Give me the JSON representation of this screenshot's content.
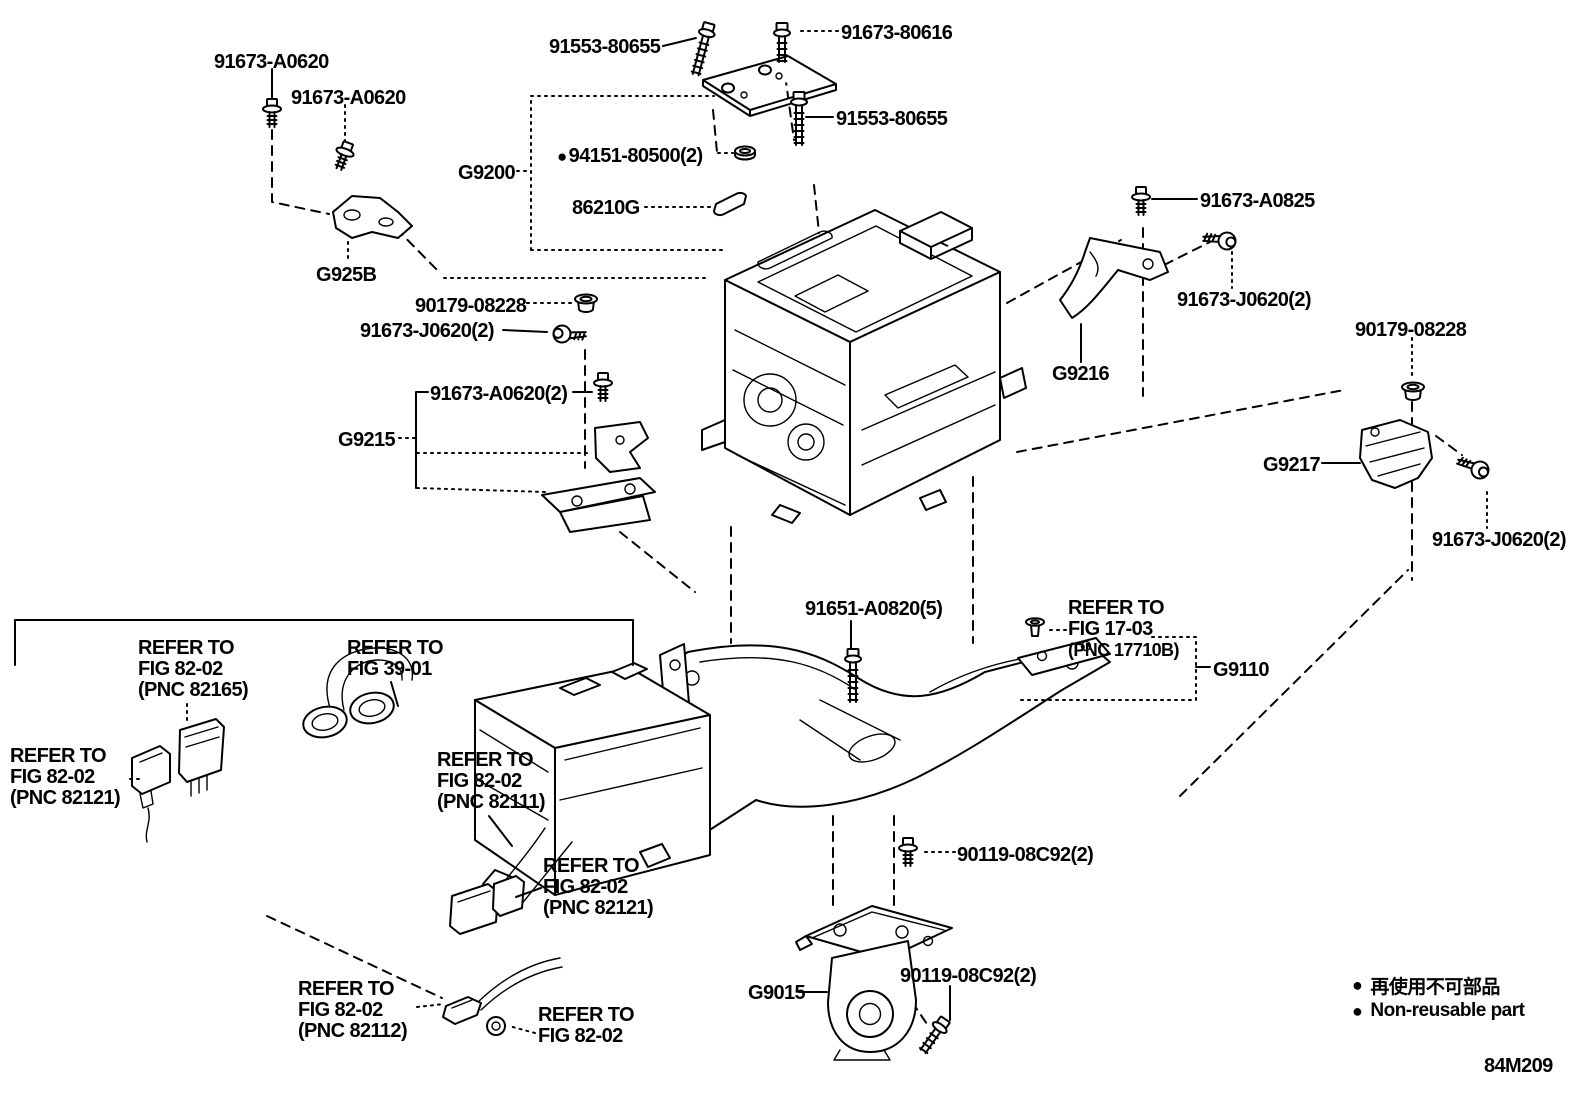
{
  "diagram_title": "Inverter mounting parts diagram",
  "drawing_code": "84M209",
  "icons": {
    "non_reusable_dot": "●"
  },
  "legend": [
    {
      "text": "再使用不可部品"
    },
    {
      "text": "Non-reusable part"
    }
  ],
  "part_labels": [
    {
      "text": "91673-A0620"
    },
    {
      "text": "91673-A0620"
    },
    {
      "text": "91553-80655"
    },
    {
      "text": "91673-80616"
    },
    {
      "text": "91553-80655"
    },
    {
      "text": "G9200"
    },
    {
      "text": "94151-80500(2)",
      "non_reusable": true
    },
    {
      "text": "86210G"
    },
    {
      "text": "G925B"
    },
    {
      "text": "90179-08228"
    },
    {
      "text": "91673-J0620(2)"
    },
    {
      "text": "91673-A0620(2)"
    },
    {
      "text": "G9215"
    },
    {
      "text": "91673-A0825"
    },
    {
      "text": "91673-J0620(2)"
    },
    {
      "text": "G9216"
    },
    {
      "text": "90179-08228"
    },
    {
      "text": "G9217"
    },
    {
      "text": "91673-J0620(2)"
    },
    {
      "text": "91651-A0820(5)"
    },
    {
      "text": "G9110"
    },
    {
      "text": "90119-08C92(2)"
    },
    {
      "text": "90119-08C92(2)"
    },
    {
      "text": "G9015"
    }
  ],
  "refer_blocks": [
    {
      "lines": [
        "REFER TO",
        "FIG 82-02",
        "(PNC 82165)"
      ]
    },
    {
      "lines": [
        "REFER TO",
        "FIG 39-01"
      ]
    },
    {
      "lines": [
        "REFER TO",
        "FIG 82-02",
        "(PNC 82121)"
      ]
    },
    {
      "lines": [
        "REFER TO",
        "FIG 82-02",
        "(PNC 82111)"
      ]
    },
    {
      "lines": [
        "REFER TO",
        "FIG 82-02",
        "(PNC 82121)"
      ]
    },
    {
      "lines": [
        "REFER TO",
        "FIG 17-03",
        "(PNC 17710B)"
      ]
    },
    {
      "lines": [
        "REFER TO",
        "FIG 82-02",
        "(PNC 82112)"
      ]
    },
    {
      "lines": [
        "REFER TO",
        "FIG 82-02"
      ]
    }
  ]
}
